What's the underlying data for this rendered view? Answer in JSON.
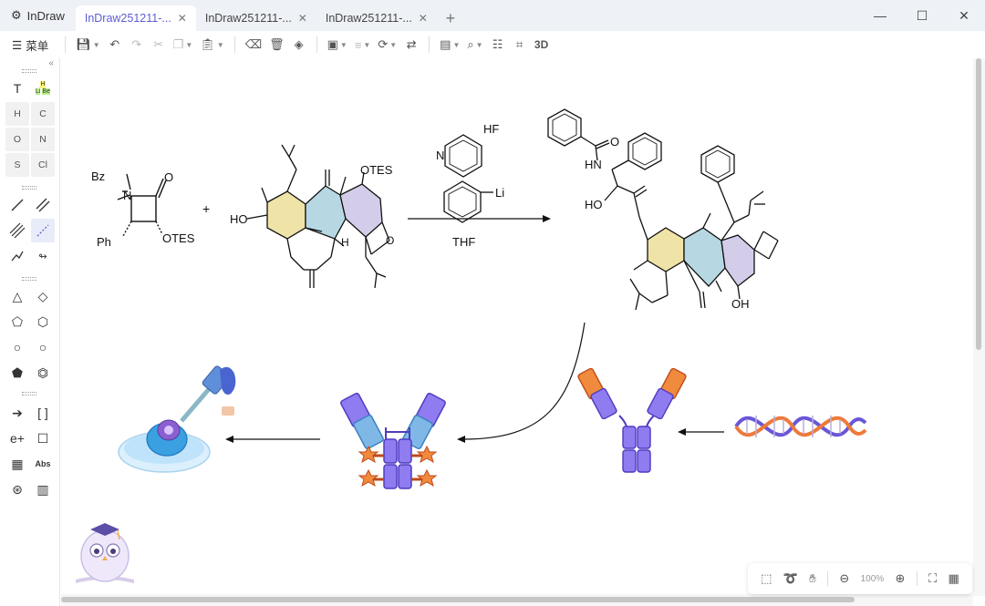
{
  "app": {
    "name": "InDraw"
  },
  "tabs": [
    {
      "label": "InDraw251211-...",
      "active": true
    },
    {
      "label": "InDraw251211-...",
      "active": false
    },
    {
      "label": "InDraw251211-...",
      "active": false
    }
  ],
  "toolbar": {
    "menu_label": "菜单",
    "three_d_label": "3D"
  },
  "left_panel": {
    "text_tool": "T",
    "elements": [
      "H",
      "C",
      "O",
      "N",
      "S",
      "Cl"
    ],
    "periodic_mini": [
      "H",
      "Li",
      "Be"
    ],
    "charge_label": "e+",
    "brackets_label": "[ ]",
    "abs_label": "Abs"
  },
  "zoom": {
    "level": "100%"
  },
  "scheme": {
    "reactant1_labels": {
      "bz": "Bz",
      "n": "N",
      "o": "O",
      "ph": "Ph",
      "otes": "OTES"
    },
    "plus": "+",
    "reactant2_labels": {
      "ho": "HO",
      "otes": "OTES",
      "h": "H",
      "o": "O"
    },
    "reagents": {
      "hf": "HF",
      "pyridine_n": "N",
      "li": "Li",
      "solvent": "THF"
    },
    "product_labels": {
      "nh": "HN",
      "o": "O",
      "ho": "HO",
      "oh": "OH"
    }
  },
  "colors": {
    "accent": "#5b5bd6",
    "ring_yellow": "#efe3a8",
    "ring_blue": "#b7d8e3",
    "ring_purple": "#d3cdea",
    "antibody_purple": "#6a56d8",
    "antibody_blue": "#7fb8e6",
    "antibody_orange": "#ee7a3a"
  }
}
